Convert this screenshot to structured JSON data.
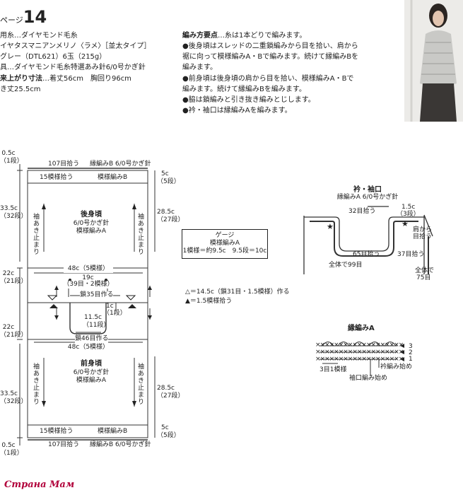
{
  "header": {
    "title_prefix": "ページ",
    "title_number": "14"
  },
  "materials": {
    "yarn_label": "用糸…ダイヤモンド毛糸",
    "yarn_name": "イヤタスマニアンメリノ〈ラメ〉［並太タイプ］",
    "yarn_color": "グレー（DTL621）6玉（215g）",
    "tools": "具…ダイヤモンド毛糸特選あみ針6/0号かぎ針",
    "finish_size_label": "来上がり寸法",
    "finish_size_value": "…着丈56cm　胸回り96cm",
    "sleeve": "き丈25.5cm"
  },
  "points": {
    "title": "編み方要点",
    "intro": "…糸は1本どりで編みます。",
    "lines": [
      "●後身頃はスレッドの二重鎖編みから目を拾い、肩から",
      "裾に向って模様編みA・Bで編みます。続けて縁編みBを",
      "編みます。",
      "●前身頃は後身頃の肩から目を拾い、模様編みA・Bで",
      "編みます。続けて縁編みBを編みます。",
      "●脇は鎖編みと引き抜き編みとじします。",
      "●衿・袖口は縁編みAを編みます。"
    ]
  },
  "diagram": {
    "top_pickup": "107目拾う",
    "top_edge": "縁編みB 6/0号かぎ針",
    "top_band_left": "15模様拾う",
    "top_band_mid": "模様編みB",
    "bottom_band_left": "15模様拾う",
    "bottom_band_mid": "模様編みB",
    "bottom_pickup": "107目拾う",
    "bottom_edge": "縁編みB 6/0号かぎ針",
    "back_title": "後身頃",
    "back_hook": "6/0号かぎ針",
    "back_pattern": "模様編みA",
    "front_title": "前身頃",
    "front_hook": "6/0号かぎ針",
    "front_pattern": "模様編みA",
    "armhole_text": "袖あき止まり",
    "left_dims": [
      {
        "cm": "0.5c",
        "rows": "（1段）"
      },
      {
        "cm": "33.5c",
        "rows": "（32段）"
      },
      {
        "cm": "22c",
        "rows": "（21段）"
      },
      {
        "cm": "22c",
        "rows": "（21段）"
      },
      {
        "cm": "33.5c",
        "rows": "（32段）"
      },
      {
        "cm": "0.5c",
        "rows": "（1段）"
      }
    ],
    "right_dims": [
      {
        "cm": "5c",
        "rows": "（5段）"
      },
      {
        "cm": "28.5c",
        "rows": "（27段）"
      },
      {
        "cm": "28.5c",
        "rows": "（27段）"
      },
      {
        "cm": "5c",
        "rows": "（5段）"
      }
    ],
    "width_top": "48c（5模様）",
    "neck_width": "19c",
    "neck_rows": "（39目・2模様）",
    "chain_35": "鎖35目作る",
    "neck_1c": "1c",
    "neck_1row": "（1段）",
    "neck_depth": "11.5c",
    "neck_depth_rows": "（11段）",
    "chain_46": "鎖46目作る",
    "width_bottom": "48c（5模様）"
  },
  "gauge": {
    "title": "ゲージ",
    "pattern": "模様編みA",
    "value": "1模様＝約9.5c　9.5段＝10c"
  },
  "legend": {
    "open_triangle": "△＝14.5c（鎖31目・1.5模様）作る",
    "filled_triangle": "▲＝1.5模様拾う"
  },
  "collar": {
    "title": "衿・袖口",
    "subtitle": "縁編みA 6/0号かぎ針",
    "pick32": "32目拾う",
    "right_cm": "1.5c",
    "right_rows": "（3段）",
    "shoulder": "肩から",
    "pick_side": "目拾う",
    "pick65": "65目拾う",
    "pick37": "37目拾う",
    "total99": "全体で99目",
    "total75_a": "全体で",
    "total75_b": "75目"
  },
  "edging": {
    "title": "縁編みA",
    "row1": "1",
    "row2": "2",
    "row3": "3",
    "one_pattern": "3目1模様",
    "collar_start": "衿編み始め",
    "cuff_start": "袖口編み始め"
  },
  "watermark": "Страна Мам"
}
